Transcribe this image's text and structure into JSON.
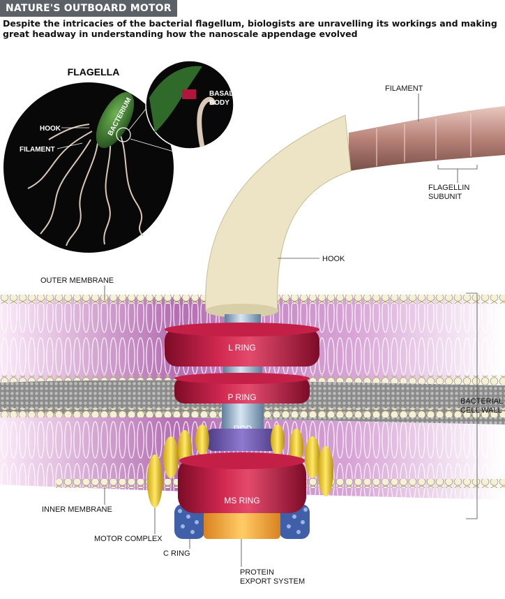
{
  "header": {
    "title": "NATURE'S OUTBOARD MOTOR",
    "subtitle": "Despite the intricacies of the bacterial flagellum, biologists are unravelling its workings and making great headway in understanding how the nanoscale appendage evolved"
  },
  "inset": {
    "heading": "FLAGELLA",
    "hook": "HOOK",
    "filament": "FILAMENT",
    "bacterium": "BACTERIUM",
    "basal_body_1": "BASAL",
    "basal_body_2": "BODY"
  },
  "labels": {
    "filament": "FILAMENT",
    "flagellin_1": "FLAGELLIN",
    "flagellin_2": "SUBUNIT",
    "hook": "HOOK",
    "outer_membrane": "OUTER MEMBRANE",
    "bacterial_cell_wall_1": "BACTERIAL",
    "bacterial_cell_wall_2": "CELL WALL",
    "inner_membrane": "INNER MEMBRANE",
    "motor_complex": "MOTOR COMPLEX",
    "c_ring": "C RING",
    "protein_export_1": "PROTEIN",
    "protein_export_2": "EXPORT SYSTEM"
  },
  "rings": {
    "l_ring": "L RING",
    "p_ring": "P RING",
    "rod": "ROD",
    "ms_ring": "MS RING"
  },
  "colors": {
    "header_bg": "#5b6166",
    "ring_red": "#b0163c",
    "membrane_pink": "#c98ec8",
    "hook_cream": "#ece4c4",
    "rod_blue": "#b9d0e6",
    "motor_yellow": "#f0d43a",
    "c_ring_blue": "#3f5fa8",
    "export_orange": "#f0a23a",
    "bacterium_green": "#3c7a32"
  }
}
